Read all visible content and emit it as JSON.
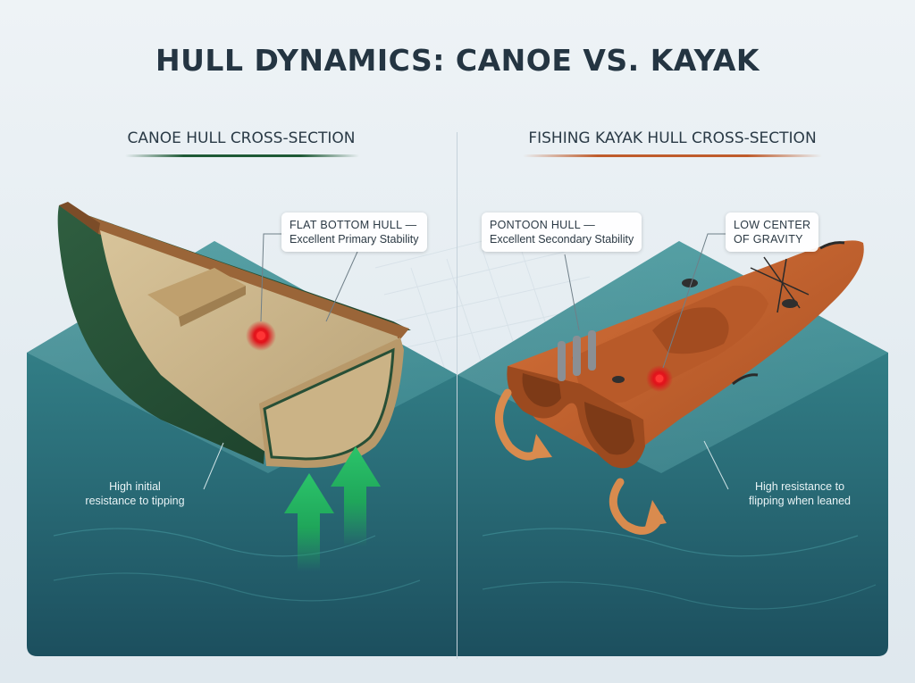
{
  "title": "HULL DYNAMICS: CANOE VS. KAYAK",
  "left_panel": {
    "heading": "CANOE HULL CROSS-SECTION",
    "callout": {
      "head": "FLAT BOTTOM HULL —",
      "sub": "Excellent Primary Stability"
    },
    "note": {
      "line1": "High initial",
      "line2": "resistance to tipping"
    },
    "accent_color": "#1f5a36"
  },
  "right_panel": {
    "heading": "FISHING KAYAK HULL CROSS-SECTION",
    "callout_hull": {
      "head": "PONTOON HULL —",
      "sub": "Excellent Secondary Stability"
    },
    "callout_cog": {
      "line1": "LOW CENTER",
      "line2": "OF GRAVITY"
    },
    "note": {
      "line1": "High resistance to",
      "line2": "flipping when leaned"
    },
    "accent_color": "#bf5c2c"
  },
  "colors": {
    "water": "#2f7f86",
    "water_deep": "#1b4a5a",
    "canoe_hull": "#274f36",
    "canoe_wood": "#8a5a34",
    "canoe_interior": "#c9b48a",
    "kayak": "#c4622e",
    "arrow_green": "#1fa65a",
    "arrow_orange": "#d98b4e",
    "center_of_gravity": "#e0131b"
  }
}
